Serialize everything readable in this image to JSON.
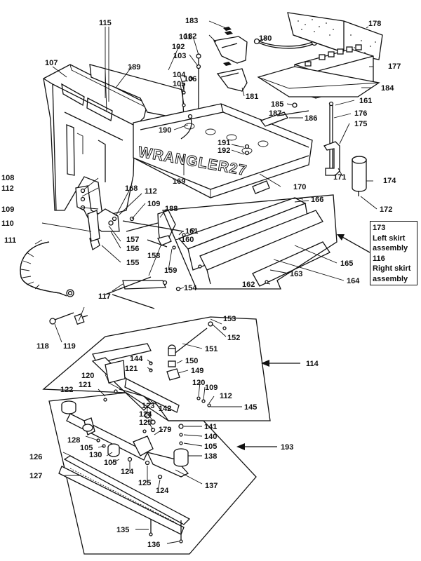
{
  "brand_text": "WRANGLER27",
  "callout_box": {
    "line1": "173",
    "line2": "Left skirt",
    "line3": "assembly",
    "line4": "116",
    "line5": "Right skirt",
    "line6": "assembly"
  },
  "labels": {
    "l101": "101",
    "l102": "102",
    "l103": "103",
    "l104": "104",
    "l105": "105",
    "l106": "106",
    "l107": "107",
    "l108": "108",
    "l109": "109",
    "l109b": "109",
    "l109c": "109",
    "l110": "110",
    "l111": "111",
    "l112": "112",
    "l112b": "112",
    "l112c": "112",
    "l114": "114",
    "l115": "115",
    "l117": "117",
    "l118": "118",
    "l119": "119",
    "l120": "120",
    "l120b": "120",
    "l121": "121",
    "l121b": "121",
    "l122": "122",
    "l123": "123",
    "l124": "124",
    "l124b": "124",
    "l124c": "124",
    "l125": "125",
    "l125b": "125",
    "l126": "126",
    "l127": "127",
    "l128": "128",
    "l105b": "105",
    "l105c": "105",
    "l105d": "105",
    "l130": "130",
    "l135": "135",
    "l136": "136",
    "l137": "137",
    "l138": "138",
    "l140": "140",
    "l141": "141",
    "l142": "142",
    "l144": "144",
    "l145": "145",
    "l149": "149",
    "l150": "150",
    "l151": "151",
    "l152": "152",
    "l153": "153",
    "l154": "154",
    "l155": "155",
    "l156": "156",
    "l157": "157",
    "l158": "158",
    "l159": "159",
    "l160": "160",
    "l161": "161",
    "l161b": "161",
    "l162": "162",
    "l163": "163",
    "l164": "164",
    "l165": "165",
    "l166": "166",
    "l168": "168",
    "l169": "169",
    "l170": "170",
    "l171": "171",
    "l172": "172",
    "l174": "174",
    "l175": "175",
    "l176": "176",
    "l177": "177",
    "l178": "178",
    "l179": "179",
    "l180": "180",
    "l181": "181",
    "l182": "182",
    "l183": "183",
    "l184": "184",
    "l185": "185",
    "l186": "186",
    "l187": "187",
    "l188": "188",
    "l189": "189",
    "l190": "190",
    "l191": "191",
    "l192": "192",
    "l193": "193"
  }
}
